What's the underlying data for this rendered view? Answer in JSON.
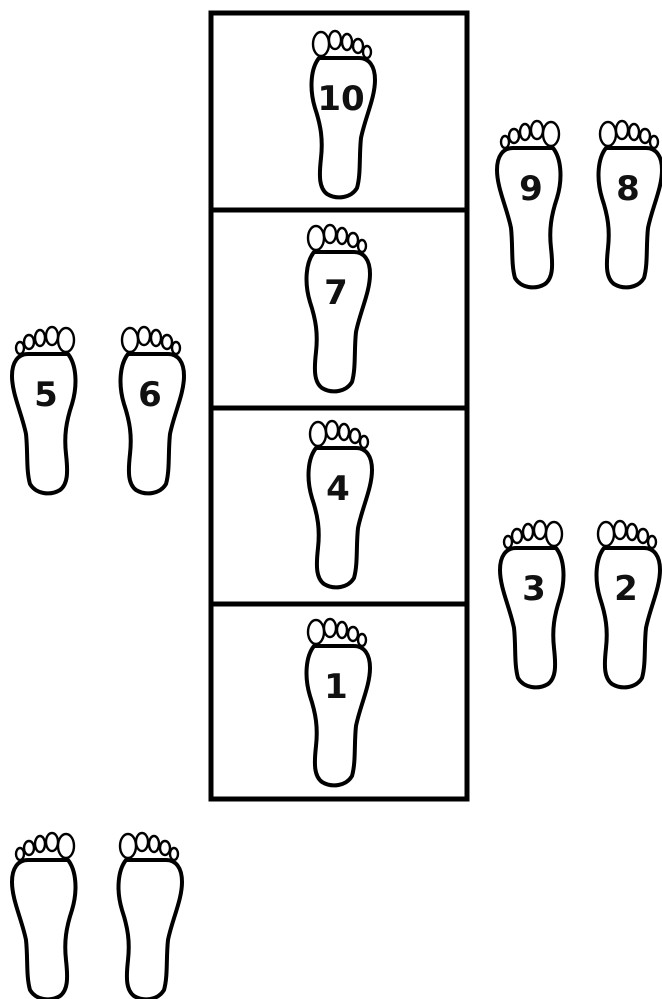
{
  "diagram": {
    "line_color": "#000000",
    "background": "#ffffff",
    "ladder": {
      "boxes": 4
    },
    "footprints": [
      {
        "id": "foot-10",
        "label": "10",
        "foot": "right"
      },
      {
        "id": "foot-9",
        "label": "9",
        "foot": "left"
      },
      {
        "id": "foot-8",
        "label": "8",
        "foot": "right"
      },
      {
        "id": "foot-7",
        "label": "7",
        "foot": "right"
      },
      {
        "id": "foot-5",
        "label": "5",
        "foot": "left"
      },
      {
        "id": "foot-6",
        "label": "6",
        "foot": "right"
      },
      {
        "id": "foot-4",
        "label": "4",
        "foot": "right"
      },
      {
        "id": "foot-3",
        "label": "3",
        "foot": "left"
      },
      {
        "id": "foot-2",
        "label": "2",
        "foot": "right"
      },
      {
        "id": "foot-1",
        "label": "1",
        "foot": "right"
      },
      {
        "id": "start-left",
        "label": "",
        "foot": "left"
      },
      {
        "id": "start-right",
        "label": "",
        "foot": "right"
      }
    ]
  }
}
